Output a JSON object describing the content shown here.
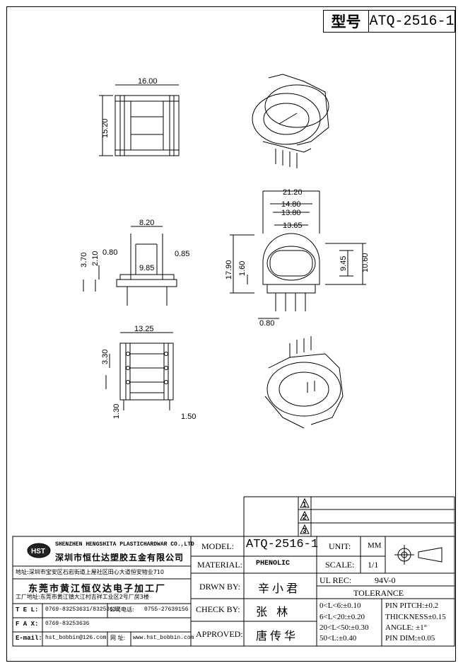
{
  "title_block": {
    "type_label": "型号",
    "model_code": "ATQ-2516-1"
  },
  "dimensions": {
    "top_width": "16.00",
    "top_height": "15.20",
    "front_width_outer": "21.20",
    "front_width_1": "14.80",
    "front_width_2": "13.80",
    "front_width_3": "13.65",
    "front_height_outer": "17.90",
    "front_height_inner": "9.45",
    "front_height_total": "10.60",
    "front_gap": "1.60",
    "front_pin": "0.80",
    "side_width": "8.20",
    "side_inner": "9.85",
    "side_left": "0.80",
    "side_right": "0.85",
    "side_h1": "3.70",
    "side_h2": "2.10",
    "bottom_width": "13.25",
    "bottom_h": "3.30",
    "bottom_pin": "1.30",
    "bottom_pitch": "1.50"
  },
  "revisions": {
    "rev1": "1",
    "rev2": "2",
    "rev3": "3"
  },
  "company": {
    "logo": "HST",
    "name_en": "SHENZHEN HENGSHITA PLASTICHARDWAR CO.,LTD",
    "name_cn": "深圳市恒仕达塑胶五金有限公司",
    "address": "地址:深圳市宝安区石岩街道上屋社区田心大道恒安物业710",
    "factory_name": "东莞市黄江恒仪达电子加工厂",
    "factory_addr": "工厂地址:东莞市黄江镇大江村吉祥工业区2号厂房3楼",
    "tel_label": "T E L:",
    "tel_value": "0769-83253631/83253632",
    "company_tel_label": "公司电话:",
    "company_tel": "0755-27639156",
    "fax_label": "F A X:",
    "fax_value": "0769-83253636",
    "email_label": "E-mail:",
    "email_value": "hst_bobbin@126.com",
    "web_label": "网 址:",
    "web_value": "www.hst_bobbin.com"
  },
  "info": {
    "model_label": "MODEL:",
    "model_value": "ATQ-2516-1",
    "material_label": "MATERIAL:",
    "material_value": "PHENOLIC",
    "drawn_label": "DRWN BY:",
    "drawn_value": "辛小君",
    "check_label": "CHECK BY:",
    "check_value": "张 林",
    "approved_label": "APPROVED:",
    "approved_value": "唐传华",
    "unit_label": "UNIT:",
    "unit_value": "MM",
    "scale_label": "SCALE:",
    "scale_value": "1/1",
    "ulrec_label": "UL REC:",
    "ulrec_value": "94V-0",
    "tolerance_label": "TOLERANCE",
    "tol_1": "0<L<6:±0.10",
    "tol_2": "6<L<20:±0.20",
    "tol_3": "20<L<50:±0.30",
    "tol_4": "50<L:±0.40",
    "pin_pitch": "PIN PITCH:±0.2",
    "thickness": "THICKNESS±0.15",
    "angle": "ANGLE: ±1°",
    "pin_dim": "PIN DIM:±0.05"
  }
}
